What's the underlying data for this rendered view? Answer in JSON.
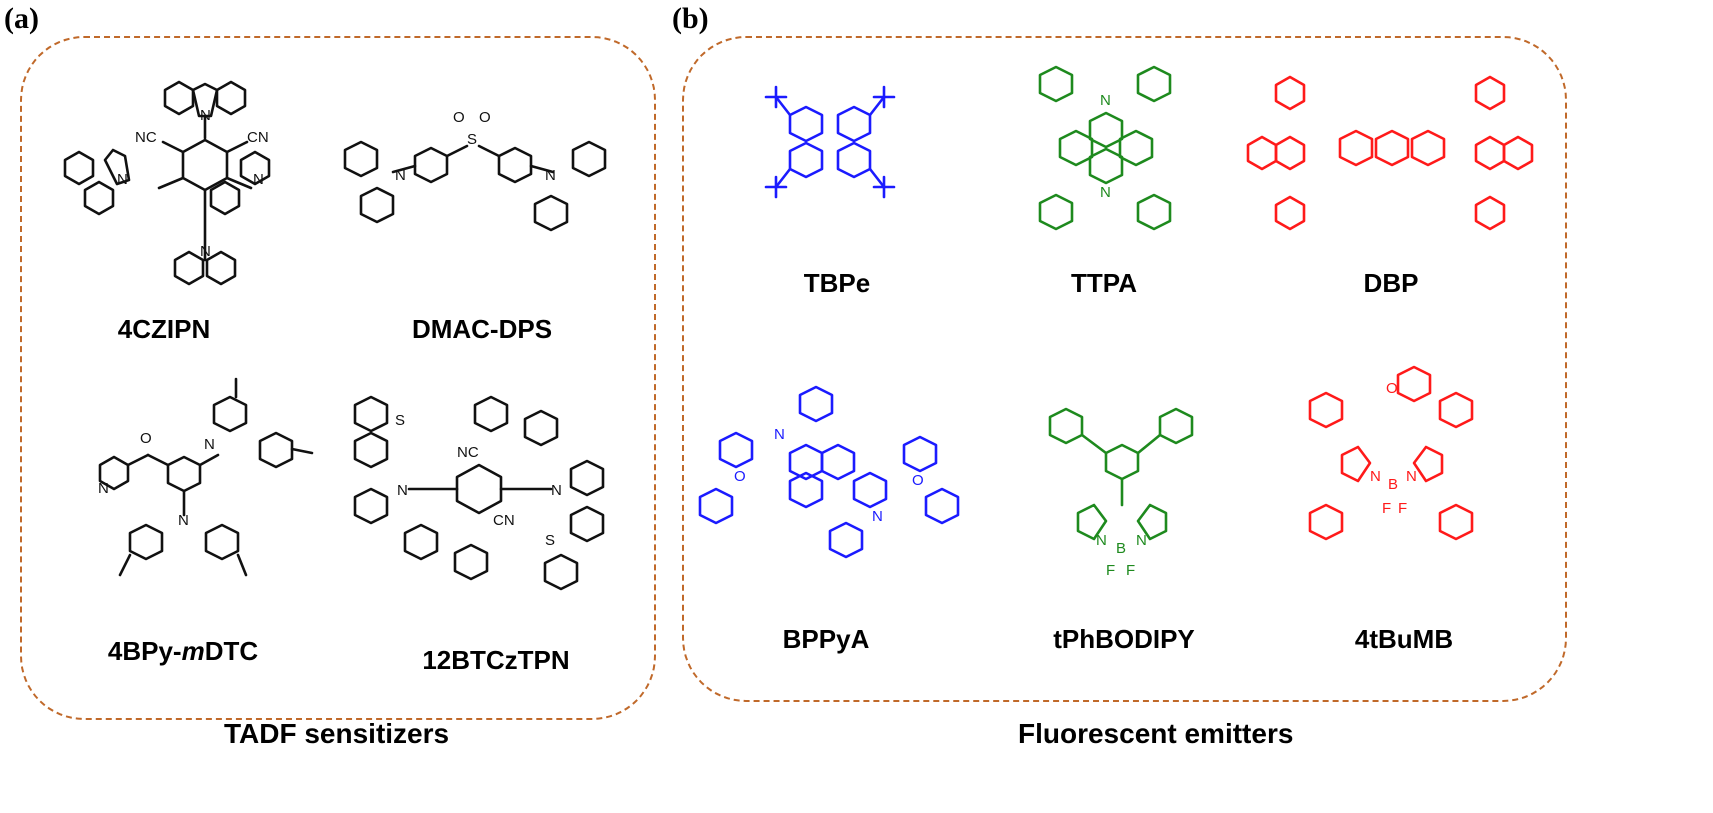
{
  "panels": [
    {
      "letter": "(a)",
      "caption": "TADF sensitizers",
      "molecules": [
        {
          "name": "4CZIPN",
          "color": "#111111"
        },
        {
          "name": "DMAC-DPS",
          "color": "#111111"
        },
        {
          "name": "4BPy-mDTC",
          "name_prefix": "4BPy-",
          "name_italic": "m",
          "name_suffix": "DTC",
          "color": "#111111"
        },
        {
          "name": "12BTCzTPN",
          "color": "#111111"
        }
      ]
    },
    {
      "letter": "(b)",
      "caption": "Fluorescent emitters",
      "molecules": [
        {
          "name": "TBPe",
          "color": "#1b1bff"
        },
        {
          "name": "TTPA",
          "color": "#1e8a1e"
        },
        {
          "name": "DBP",
          "color": "#ff1a1a"
        },
        {
          "name": "BPPyA",
          "color": "#1b1bff"
        },
        {
          "name": "tPhBODIPY",
          "color": "#1e8a1e"
        },
        {
          "name": "4tBuMB",
          "color": "#ff1a1a"
        }
      ]
    }
  ],
  "atom_labels": {
    "nitrogen": "N",
    "oxygen": "O",
    "sulfur": "S",
    "boron": "B",
    "fluorine": "F",
    "cyano": "NC",
    "cyano_right": "CN"
  },
  "colors": {
    "box_border": "#c0692a",
    "blue": "#1b1bff",
    "green": "#1e8a1e",
    "red": "#ff1a1a",
    "black": "#111111"
  }
}
